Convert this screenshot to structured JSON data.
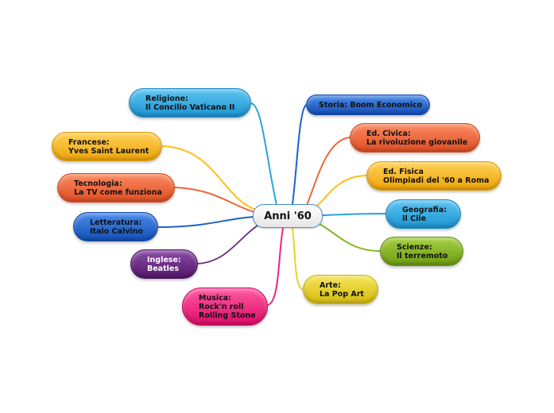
{
  "central": {
    "label": "Anni '60"
  },
  "colors": {
    "skyblue": "#2aa3dd",
    "blue": "#1d62c8",
    "orange": "#ffbe1a",
    "red": "#f0663a",
    "purple": "#6a2a82",
    "pink": "#f0247a",
    "green": "#86b421",
    "yellow": "#e8d22a"
  },
  "nodes": [
    {
      "id": "religione",
      "lines": [
        "Religione:",
        "Il Concilio Vaticano II"
      ],
      "color": "skyblue"
    },
    {
      "id": "francese",
      "lines": [
        "Francese:",
        "Yves Saint Laurent"
      ],
      "color": "orange"
    },
    {
      "id": "tecnologia",
      "lines": [
        "Tecnologia:",
        "La TV come funziona"
      ],
      "color": "red"
    },
    {
      "id": "letteratura",
      "lines": [
        "Letteratura:",
        "Italo Calvino"
      ],
      "color": "blue"
    },
    {
      "id": "inglese",
      "lines": [
        "Inglese:",
        "Beatles"
      ],
      "color": "purple"
    },
    {
      "id": "musica",
      "lines": [
        "Musica:",
        "Rock'n roll",
        "Rolling Stone"
      ],
      "color": "pink"
    },
    {
      "id": "storia",
      "lines": [
        "Storia: Boom Economico"
      ],
      "color": "blue"
    },
    {
      "id": "edcivica",
      "lines": [
        "Ed. Civica:",
        "La rivoluzione giovanile"
      ],
      "color": "red"
    },
    {
      "id": "edfisica",
      "lines": [
        "Ed. Fisica",
        "Olimpiadi del '60 a Roma"
      ],
      "color": "orange"
    },
    {
      "id": "geografia",
      "lines": [
        "Geografia:",
        "Il Cile"
      ],
      "color": "skyblue"
    },
    {
      "id": "scienze",
      "lines": [
        "Scienze:",
        "Il terremoto"
      ],
      "color": "green"
    },
    {
      "id": "arte",
      "lines": [
        "Arte:",
        "La Pop Art"
      ],
      "color": "yellow"
    }
  ]
}
